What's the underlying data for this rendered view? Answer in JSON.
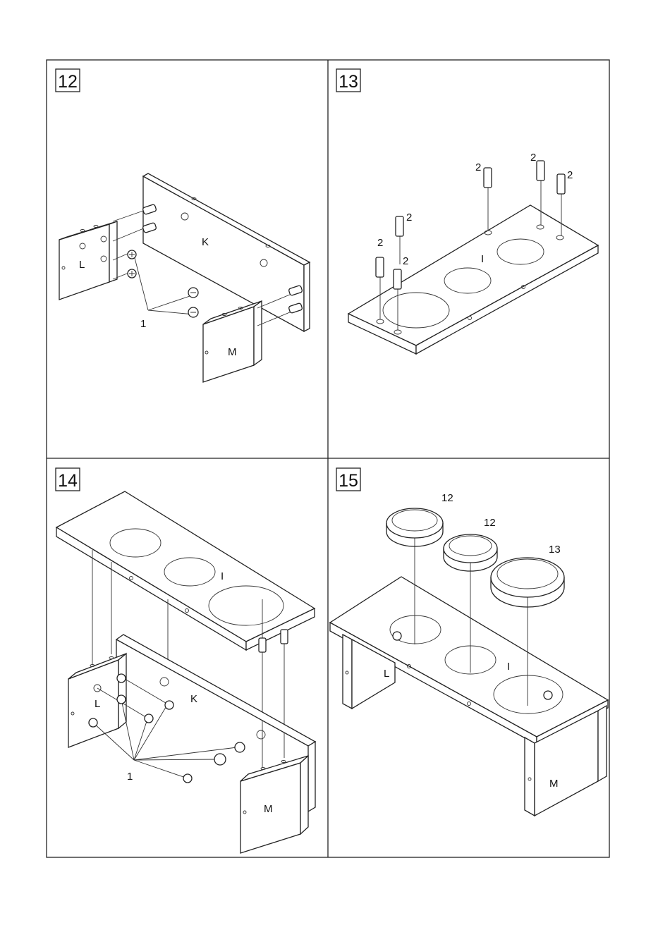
{
  "steps": [
    {
      "number": "12",
      "labels": {
        "board_side_left": "L",
        "board_back": "K",
        "board_side_right": "M",
        "cam_lock": "1"
      }
    },
    {
      "number": "13",
      "labels": {
        "board_top": "I",
        "dowel": "2"
      }
    },
    {
      "number": "14",
      "labels": {
        "board_side_left": "L",
        "board_back": "K",
        "board_top": "I",
        "board_side_right": "M",
        "cam_lock": "1"
      }
    },
    {
      "number": "15",
      "labels": {
        "board_side_left": "L",
        "board_top": "I",
        "board_side_right": "M",
        "ring_small_a": "12",
        "ring_small_b": "12",
        "ring_large": "13"
      }
    }
  ],
  "colors": {
    "line": "#222222",
    "frame": "#333333",
    "paper": "#ffffff"
  }
}
